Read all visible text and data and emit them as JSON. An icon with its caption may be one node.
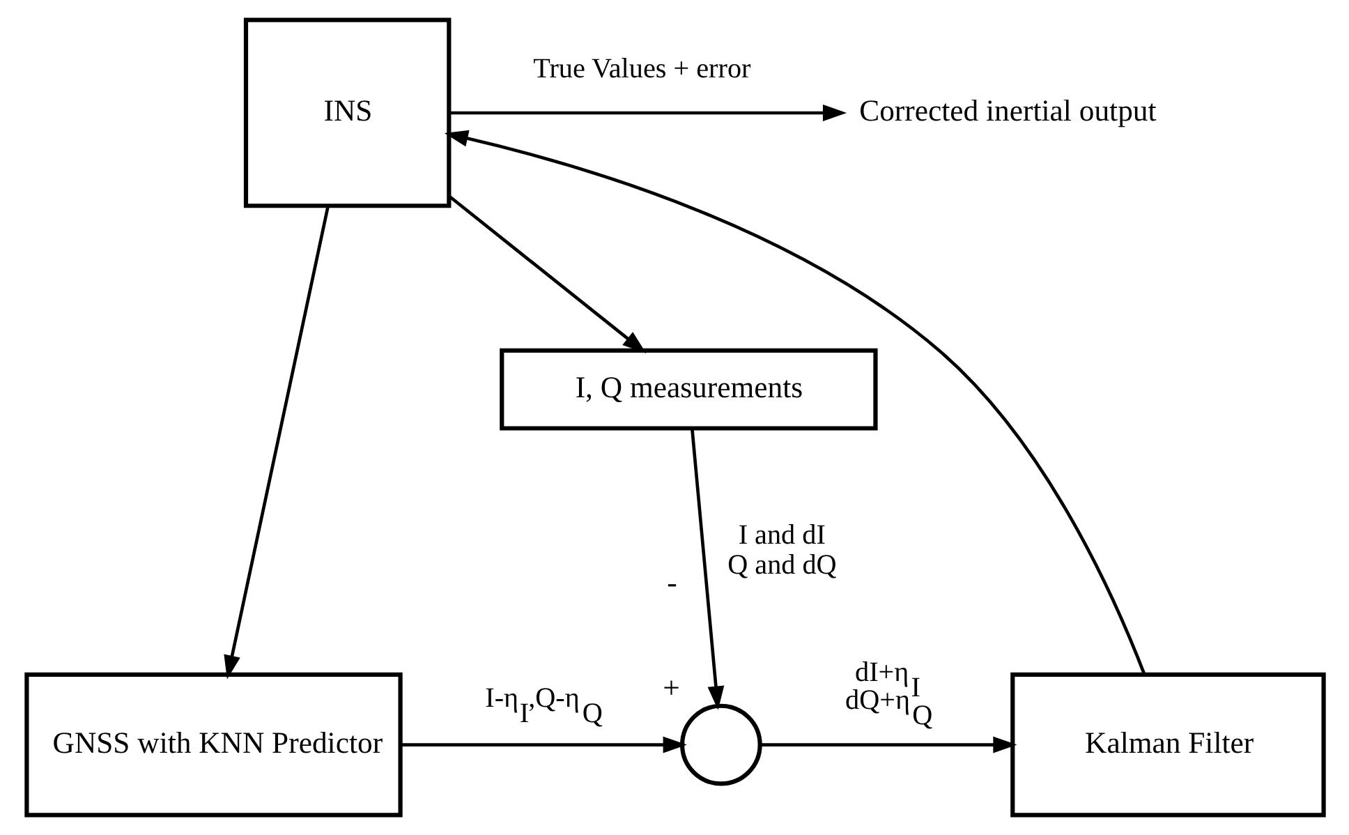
{
  "diagram": {
    "nodes": [
      {
        "text": [
          "INS"
        ]
      },
      {
        "text": [
          "I, Q measurements"
        ]
      },
      {
        "text": [
          "GNSS with KNN Predictor"
        ]
      },
      {
        "text": [],
        "shape": "circle",
        "beside": [
          "-",
          "+"
        ]
      },
      {
        "text": [
          "Kalman Filter"
        ]
      },
      {
        "text": [
          "Corrected inertial output"
        ]
      }
    ],
    "edges": [
      {
        "from": 0,
        "to": 5,
        "arrow": "to",
        "label": "True Values + error"
      },
      {
        "from": 0,
        "to": 1,
        "arrow": "to"
      },
      {
        "from": 4,
        "to": 0,
        "arrow": "to"
      },
      {
        "from": 0,
        "to": 2,
        "arrow": "to"
      },
      {
        "from": 1,
        "to": 3,
        "arrow": "to",
        "label": "I and dI Q and dQ"
      },
      {
        "from": 2,
        "to": 3,
        "arrow": "to",
        "label": "I-η$_{I}$,Q-η$_{Q}$"
      },
      {
        "from": 3,
        "to": 4,
        "arrow": "to",
        "label": "dI+η$_{I}$ dQ+η$_{Q}$"
      }
    ]
  }
}
